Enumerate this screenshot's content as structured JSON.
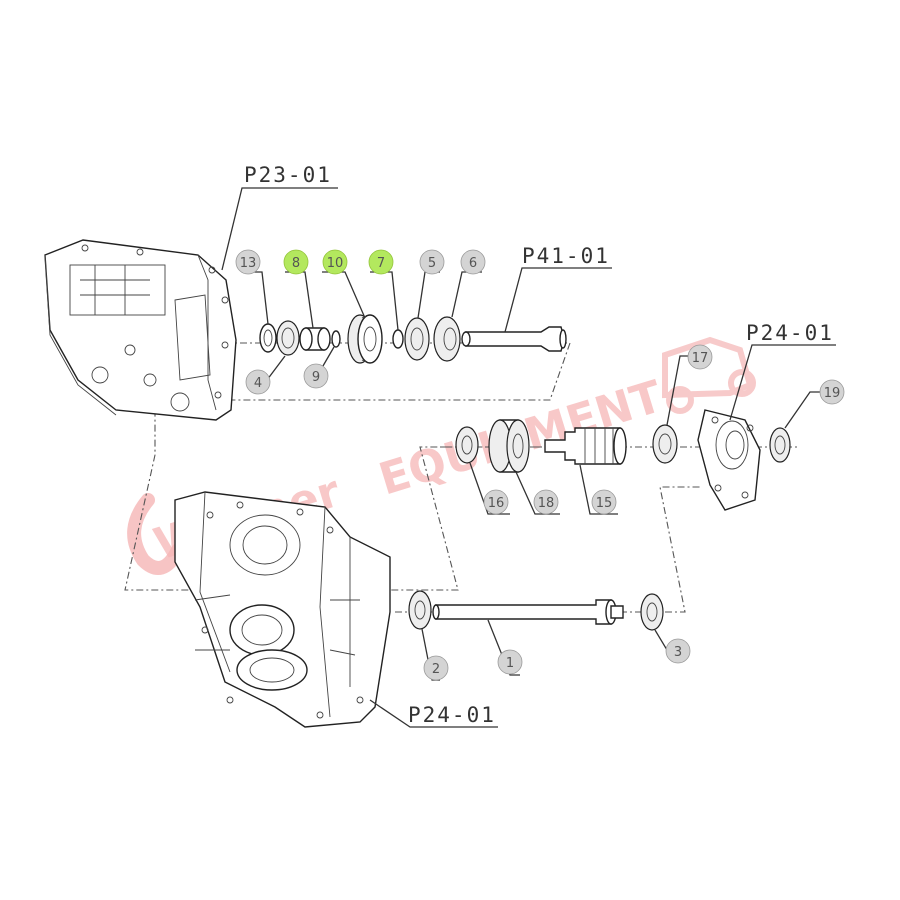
{
  "references": {
    "housing_top": "P23-01",
    "shaft_top": "P41-01",
    "cover_right": "P24-01",
    "housing_bottom": "P24-01"
  },
  "callouts": {
    "n1": "1",
    "n2": "2",
    "n3": "3",
    "n4": "4",
    "n5": "5",
    "n6": "6",
    "n7": "7",
    "n8": "8",
    "n9": "9",
    "n10": "10",
    "n13": "13",
    "n15": "15",
    "n16": "16",
    "n17": "17",
    "n18": "18",
    "n19": "19"
  },
  "highlighted_callouts": [
    "7",
    "8",
    "10"
  ],
  "colors": {
    "highlight": "#b3e85e",
    "callout_fill": "#d4d4d4",
    "watermark": "#f5b5b5"
  },
  "watermark": {
    "text": "EQUIPMENT"
  }
}
